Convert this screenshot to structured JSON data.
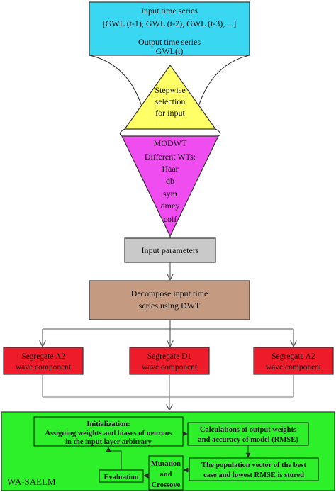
{
  "input_box": {
    "line1": "Input time series",
    "line2": "[GWL (t-1), GWL (t-2), GWL (t-3), ...]",
    "line3": "Output time series",
    "line4": "GWL(t)",
    "color": "#3ad7f2"
  },
  "selection_triangle": {
    "line1": "Stepwise",
    "line2": "selection",
    "line3": "for input",
    "color": "#ffff66"
  },
  "modwt_triangle": {
    "title": "MODWT",
    "subtitle": "Different WTs:",
    "wavelets": [
      "Haar",
      "db",
      "sym",
      "dmey",
      "coif"
    ],
    "color": "#f04df0"
  },
  "input_parameters": {
    "label": "Input parameters",
    "color": "#c9c9c9"
  },
  "decompose": {
    "line1": "Decompose input time",
    "line2": "series using DWT",
    "color": "#c49a80"
  },
  "segregate": [
    {
      "line1": "Segregate A2",
      "line2": "wave component"
    },
    {
      "line1": "Segregate D1",
      "line2": "wave component"
    },
    {
      "line1": "Segregate A2",
      "line2": "wave component"
    }
  ],
  "segregate_color": "#ee1c2a",
  "wa_saelm": {
    "label": "WA-SAELM",
    "color": "#2ef02a",
    "init": {
      "line1": "Initialization:",
      "line2": "Assigning weights and biases of neurons",
      "line3": "in the input layer arbitrary"
    },
    "calc": {
      "line1": "Calculations of output weights",
      "line2": "and accuracy of model (RMSE)"
    },
    "store": {
      "line1": "The population vector of the best",
      "line2": "case and lowest RMSE is stored"
    },
    "mutation": {
      "line1": "Mutation",
      "line2": "and",
      "line3": "Crossove"
    },
    "evaluation": "Evaluation"
  }
}
